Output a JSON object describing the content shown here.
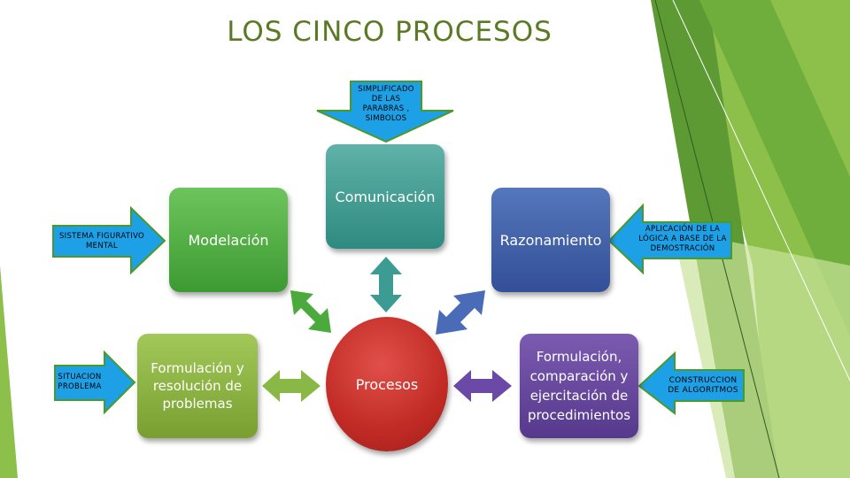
{
  "title": "LOS CINCO PROCESOS",
  "nodes": {
    "comunicacion": "Comunicación",
    "modelacion": "Modelación",
    "razonamiento": "Razonamiento",
    "formulacion_resolucion": [
      "Formulación y",
      "resolución de",
      "problemas"
    ],
    "formulacion_comparacion": [
      "Formulación,",
      "comparación y",
      "ejercitación de",
      "procedimientos"
    ],
    "procesos": "Procesos"
  },
  "callouts": {
    "top": [
      "SIMPLIFICADO",
      "DE LAS",
      "PARABRAS ,",
      "SIMBOLOS"
    ],
    "left_upper": [
      "SISTEMA FIGURATIVO",
      "MENTAL"
    ],
    "left_lower": [
      "SITUACION",
      "PROBLEMA"
    ],
    "right_upper": [
      "APLICACIÓN DE LA",
      "LÓGICA A BASE DE LA",
      "DEMOSTRACIÓN"
    ],
    "right_lower": [
      "CONSTRUCCION",
      "DE ALGORITMOS"
    ]
  },
  "colors": {
    "title": "#5a7a26",
    "callout_fill": "#1ea0e6",
    "callout_border": "#4a9a2a",
    "comunicacion": "#2e8a7f",
    "modelacion": "#3c9a32",
    "razonamiento": "#334f97",
    "formulacion_resolucion": "#789f30",
    "formulacion_comparacion": "#56388c",
    "procesos": "#c22b25"
  }
}
